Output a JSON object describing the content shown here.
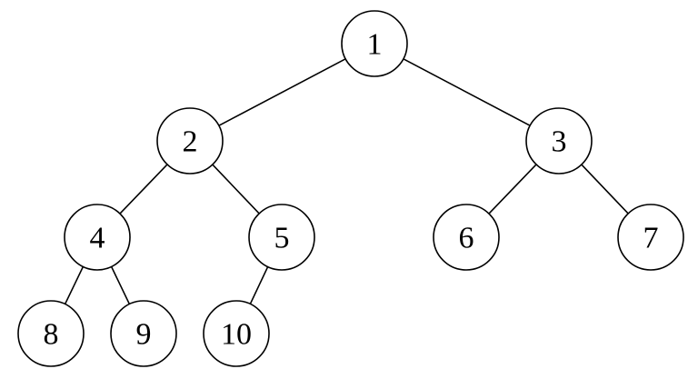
{
  "diagram": {
    "type": "binary-tree",
    "nodes": [
      {
        "id": "1",
        "label": "1"
      },
      {
        "id": "2",
        "label": "2"
      },
      {
        "id": "3",
        "label": "3"
      },
      {
        "id": "4",
        "label": "4"
      },
      {
        "id": "5",
        "label": "5"
      },
      {
        "id": "6",
        "label": "6"
      },
      {
        "id": "7",
        "label": "7"
      },
      {
        "id": "8",
        "label": "8"
      },
      {
        "id": "9",
        "label": "9"
      },
      {
        "id": "10",
        "label": "10"
      }
    ],
    "edges": [
      {
        "from": "1",
        "to": "2"
      },
      {
        "from": "1",
        "to": "3"
      },
      {
        "from": "2",
        "to": "4"
      },
      {
        "from": "2",
        "to": "5"
      },
      {
        "from": "3",
        "to": "6"
      },
      {
        "from": "3",
        "to": "7"
      },
      {
        "from": "4",
        "to": "8"
      },
      {
        "from": "4",
        "to": "9"
      },
      {
        "from": "5",
        "to": "10"
      }
    ]
  }
}
